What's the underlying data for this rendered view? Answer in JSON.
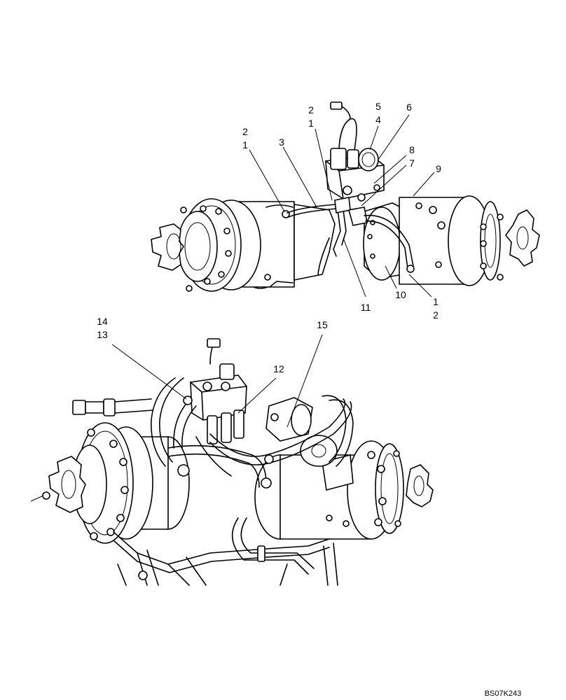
{
  "figure_ref": "BS07K243",
  "callouts": {
    "c1_top_left": "2",
    "c1_top_left_b": "1",
    "c3": "3",
    "c2_top_mid": "2",
    "c1_top_mid": "1",
    "c5": "5",
    "c4": "4",
    "c6": "6",
    "c8": "8",
    "c7": "7",
    "c9": "9",
    "c11": "11",
    "c10": "10",
    "c1_right": "1",
    "c2_right": "2",
    "c14": "14",
    "c13": "13",
    "c15": "15",
    "c12": "12"
  }
}
